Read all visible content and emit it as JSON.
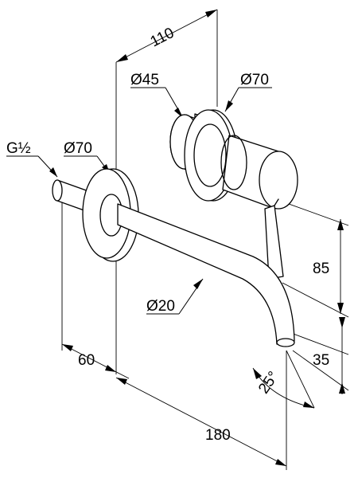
{
  "dimensions": {
    "top_width": "110",
    "rosette_left_diameter": "Ø70",
    "rosette_right_diameter": "Ø70",
    "handle_diameter": "Ø45",
    "inlet_thread": "G½",
    "spout_diameter": "Ø20",
    "lever_height": "85",
    "spout_height": "35",
    "inlet_offset": "60",
    "spout_projection": "180",
    "spout_angle": "25°"
  }
}
